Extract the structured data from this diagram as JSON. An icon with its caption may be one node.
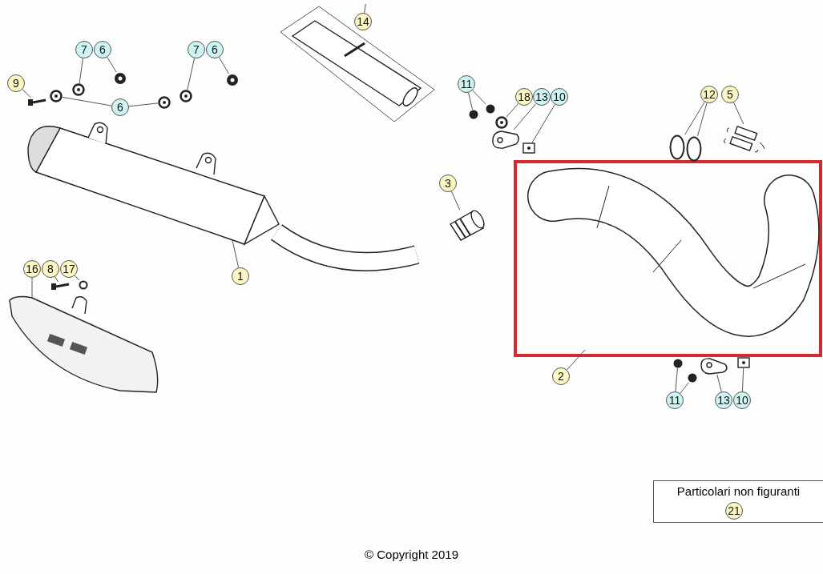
{
  "diagram": {
    "nodes": [
      {
        "text": [
          "14"
        ]
      },
      {
        "text": [
          "7"
        ]
      },
      {
        "text": [
          "6"
        ]
      },
      {
        "text": [
          "11"
        ]
      },
      {
        "text": [
          "18"
        ]
      },
      {
        "text": [
          "13"
        ]
      },
      {
        "text": [
          "10"
        ]
      },
      {
        "text": [
          "12"
        ]
      },
      {
        "text": [
          "5"
        ]
      },
      {
        "text": [
          "7"
        ]
      },
      {
        "text": [
          "6"
        ]
      },
      {
        "text": [
          "9"
        ]
      },
      {
        "text": [
          "6"
        ]
      },
      {
        "text": [
          "16"
        ]
      },
      {
        "text": [
          "8"
        ]
      },
      {
        "text": [
          "17"
        ]
      },
      {
        "text": [
          "3"
        ]
      },
      {
        "text": [
          "1"
        ]
      },
      {
        "text": [
          "2"
        ]
      },
      {
        "text": [
          "11"
        ]
      },
      {
        "text": [
          "13"
        ]
      },
      {
        "text": [
          "10"
        ]
      },
      {
        "text": [
          "Particolari non figuranti",
          "21"
        ]
      },
      {
        "text": [],
        "shape": "picture"
      },
      {
        "text": [],
        "shape": "picture"
      },
      {
        "text": [],
        "shape": "picture"
      },
      {
        "text": [],
        "shape": "picture"
      },
      {
        "text": [],
        "shape": "picture"
      },
      {
        "text": [],
        "shape": "picture"
      },
      {
        "text": [],
        "shape": "picture"
      },
      {
        "text": [],
        "shape": "picture"
      },
      {
        "text": [],
        "shape": "picture"
      },
      {
        "text": [],
        "shape": "picture"
      },
      {
        "text": [],
        "shape": "picture"
      },
      {
        "text": [],
        "shape": "circle"
      },
      {
        "text": [],
        "shape": "picture"
      },
      {
        "text": [],
        "shape": "picture"
      },
      {
        "text": [],
        "shape": "circle"
      },
      {
        "text": [],
        "shape": "circle"
      },
      {
        "text": [],
        "shape": "picture"
      },
      {
        "text": [],
        "shape": "picture"
      },
      {
        "text": [],
        "shape": "picture"
      },
      {
        "text": [],
        "shape": "circle"
      },
      {
        "text": [],
        "shape": "circle"
      },
      {
        "text": [],
        "shape": "picture"
      },
      {
        "text": [],
        "shape": "circle"
      },
      {
        "text": [],
        "shape": "circle"
      },
      {
        "text": [],
        "shape": "picture"
      },
      {
        "text": [],
        "shape": "box"
      }
    ],
    "edges": [
      {
        "from": 0,
        "to": 24,
        "arrow": "none"
      },
      {
        "from": 1,
        "to": 26,
        "arrow": "none"
      },
      {
        "from": 2,
        "to": 25,
        "arrow": "none"
      },
      {
        "from": 3,
        "to": 37,
        "arrow": "none"
      },
      {
        "from": 3,
        "to": 38,
        "arrow": "none"
      },
      {
        "from": 4,
        "to": 39,
        "arrow": "none"
      },
      {
        "from": 5,
        "to": 40,
        "arrow": "none"
      },
      {
        "from": 6,
        "to": 41,
        "arrow": "none"
      },
      {
        "from": 7,
        "to": 42,
        "arrow": "none"
      },
      {
        "from": 7,
        "to": 43,
        "arrow": "none"
      },
      {
        "from": 8,
        "to": 44,
        "arrow": "none"
      },
      {
        "from": 9,
        "to": 30,
        "arrow": "none"
      },
      {
        "from": 10,
        "to": 29,
        "arrow": "none"
      },
      {
        "from": 11,
        "to": 28,
        "arrow": "none"
      },
      {
        "from": 12,
        "to": 27,
        "arrow": "none"
      },
      {
        "from": 12,
        "to": 31,
        "arrow": "none"
      },
      {
        "from": 13,
        "to": 32,
        "arrow": "none"
      },
      {
        "from": 14,
        "to": 33,
        "arrow": "none"
      },
      {
        "from": 15,
        "to": 34,
        "arrow": "none"
      },
      {
        "from": 16,
        "to": 35,
        "arrow": "none"
      },
      {
        "from": 17,
        "to": 23,
        "arrow": "none"
      },
      {
        "from": 18,
        "to": 36,
        "arrow": "none"
      },
      {
        "from": 19,
        "to": 45,
        "arrow": "none"
      },
      {
        "from": 19,
        "to": 46,
        "arrow": "none"
      },
      {
        "from": 20,
        "to": 47,
        "arrow": "none"
      },
      {
        "from": 21,
        "to": 48,
        "arrow": "none"
      }
    ],
    "labels": [
      "© Copyright 2019"
    ]
  }
}
